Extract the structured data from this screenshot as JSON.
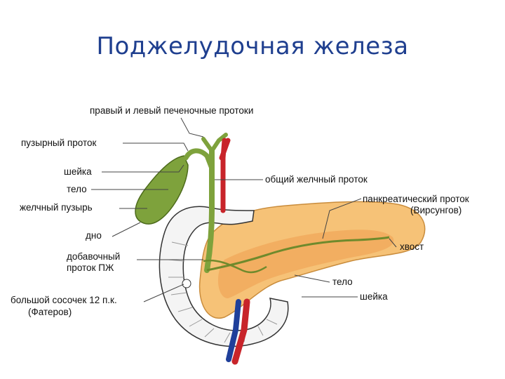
{
  "title": "Поджелудочная железа",
  "labels": {
    "hepatic_ducts": "правый и левый печеночные протоки",
    "cystic_duct": "пузырный проток",
    "neck_gb": "шейка",
    "body_gb": "тело",
    "gallbladder": "желчный пузырь",
    "fundus": "дно",
    "accessory_duct_1": "добавочный",
    "accessory_duct_2": "проток ПЖ",
    "major_papilla_1": "большой сосочек 12 п.к.",
    "major_papilla_2": "(Фатеров)",
    "common_bile_duct": "общий желчный проток",
    "pancreatic_duct_1": "панкреатический проток",
    "pancreatic_duct_2": "(Вирсунгов)",
    "tail": "хвост",
    "body_panc": "тело",
    "neck_panc": "шейка"
  },
  "colors": {
    "title": "#1f3f8f",
    "gallbladder": "#7ea23c",
    "pancreas": "#f6c277",
    "pancreas_inner": "#f0a75a",
    "duct": "#6f8a2c",
    "artery": "#c8242a",
    "vein": "#1f3f9a",
    "duodenum": "#f4f4f4",
    "leader": "#444444"
  }
}
